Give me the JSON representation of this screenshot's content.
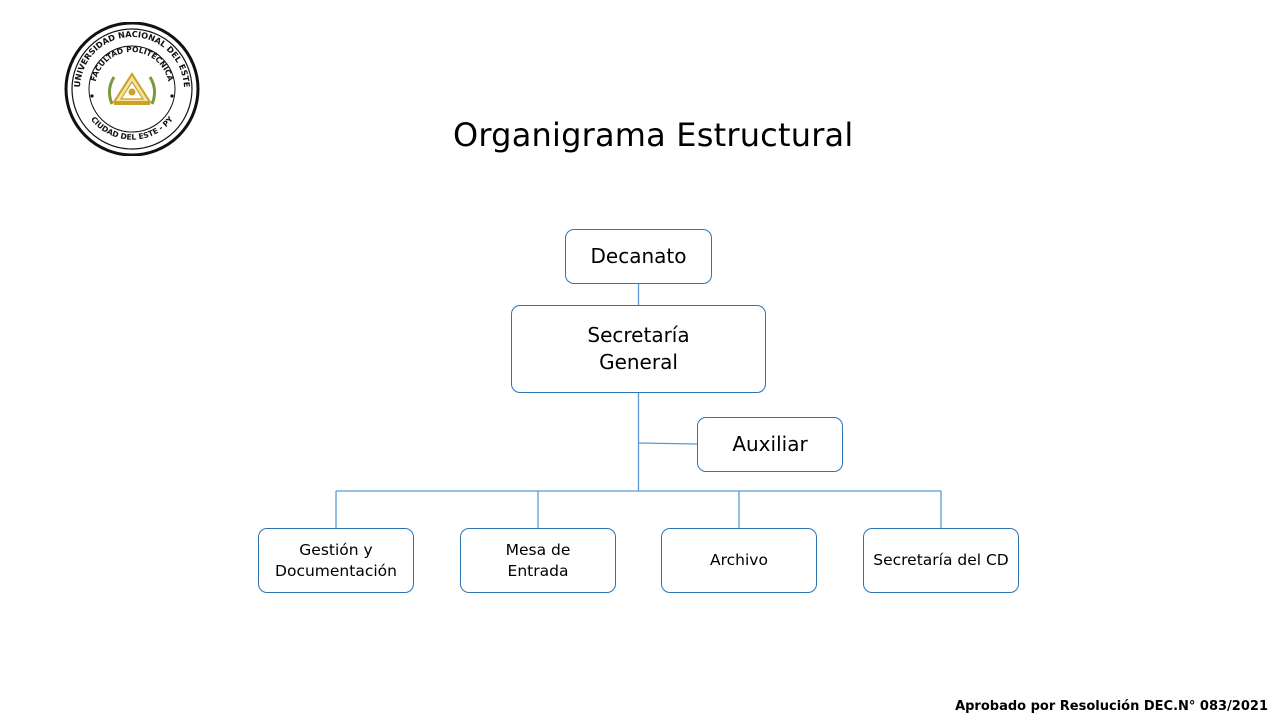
{
  "logo": {
    "ring_top_text": "UNIVERSIDAD NACIONAL DEL ESTE",
    "inner_text": "FACULTAD POLITÉCNICA",
    "ring_bottom_text": "CIUDAD DEL ESTE - PY"
  },
  "title": "Organigrama  Estructural",
  "nodes": {
    "decanato": "Decanato",
    "secretaria_general": [
      "Secretaría",
      "General"
    ],
    "auxiliar": "Auxiliar",
    "children": [
      [
        "Gestión y",
        "Documentación"
      ],
      [
        "Mesa de",
        "Entrada"
      ],
      [
        "Archivo"
      ],
      [
        "Secretaría del CD"
      ]
    ]
  },
  "footer": "Aprobado por Resolución DEC.N° 083/2021",
  "colors": {
    "line": "#5b9bd5",
    "box_border": "#2e75b6",
    "logo_gold": "#c9a227"
  }
}
